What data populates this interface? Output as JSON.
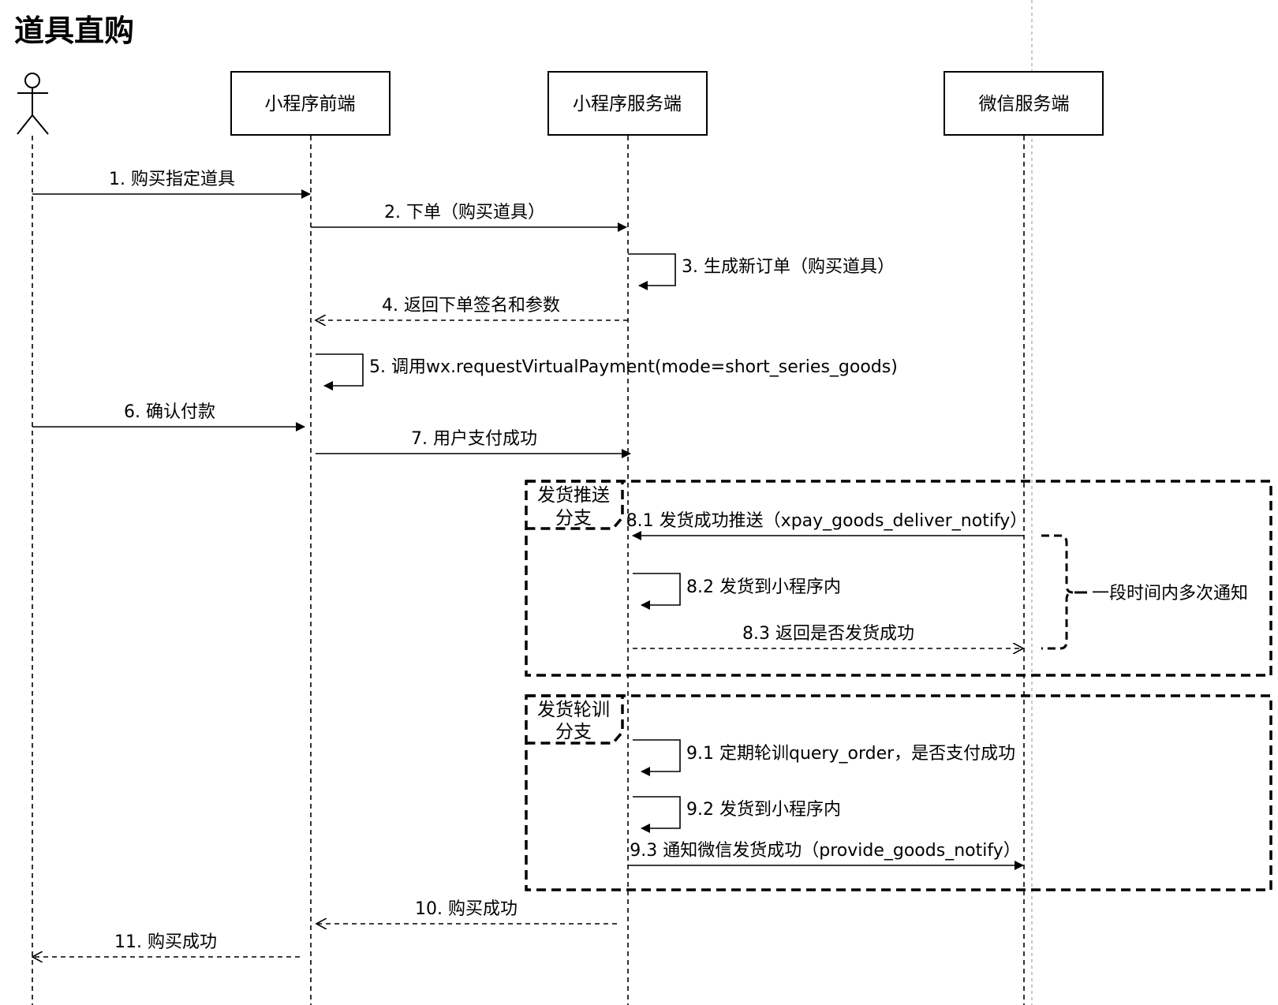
{
  "title": "道具直购",
  "participants": {
    "frontend": "小程序前端",
    "server": "小程序服务端",
    "wechat": "微信服务端"
  },
  "messages": {
    "m1": "1. 购买指定道具",
    "m2": "2. 下单（购买道具）",
    "m3": "3. 生成新订单（购买道具）",
    "m4": "4. 返回下单签名和参数",
    "m5": "5. 调用wx.requestVirtualPayment(mode=short_series_goods)",
    "m6": "6. 确认付款",
    "m7": "7. 用户支付成功",
    "m8_1": "8.1 发货成功推送（xpay_goods_deliver_notify）",
    "m8_2": "8.2 发货到小程序内",
    "m8_3": "8.3 返回是否发货成功",
    "m9_1": "9.1 定期轮训query_order，是否支付成功",
    "m9_2": "9.2 发货到小程序内",
    "m9_3": "9.3 通知微信发货成功（provide_goods_notify）",
    "m10": "10. 购买成功",
    "m11": "11. 购买成功"
  },
  "fragments": {
    "push_line1": "发货推送",
    "push_line2": "分支",
    "poll_line1": "发货轮训",
    "poll_line2": "分支"
  },
  "note": "一段时间内多次通知"
}
